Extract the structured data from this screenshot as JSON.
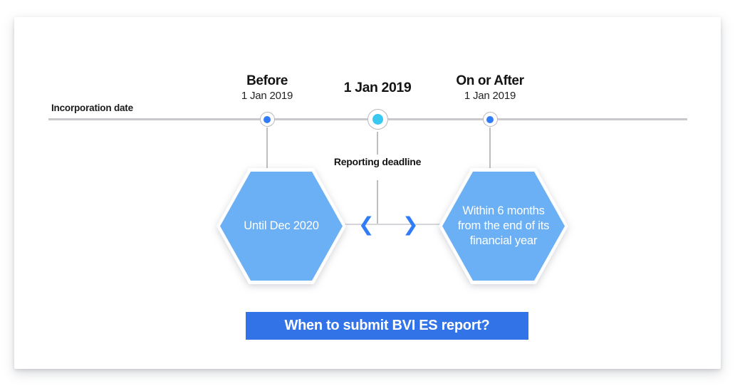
{
  "slide": {
    "title_banner": "When to submit BVI ES report?",
    "axis_label": "Incorporation date",
    "middle_caption": "Reporting\ndeadline",
    "accent_blue": "#2f7cf6",
    "hex_blue": "#6bb0f5",
    "cyan": "#39c8f0",
    "banner_blue": "#3273e8",
    "axis_color": "#c9c9cd"
  },
  "timeline": {
    "markers": [
      {
        "id": "before",
        "title": "Before",
        "subtitle": "1 Jan 2019",
        "dot_style": "small",
        "dot_color": "#2f7cf6"
      },
      {
        "id": "on-date",
        "title": "1 Jan 2019",
        "subtitle": "",
        "dot_style": "large",
        "dot_color": "#39c8f0"
      },
      {
        "id": "on-or-after",
        "title": "On or After",
        "subtitle": "1 Jan 2019",
        "dot_style": "small",
        "dot_color": "#2f7cf6"
      }
    ]
  },
  "hexagons": [
    {
      "id": "left",
      "text": "Until Dec 2020"
    },
    {
      "id": "right",
      "text": "Within 6 months\nfrom the end of its\nfinancial year"
    }
  ],
  "icons": {
    "chevron_left": "❮",
    "chevron_right": "❯"
  }
}
